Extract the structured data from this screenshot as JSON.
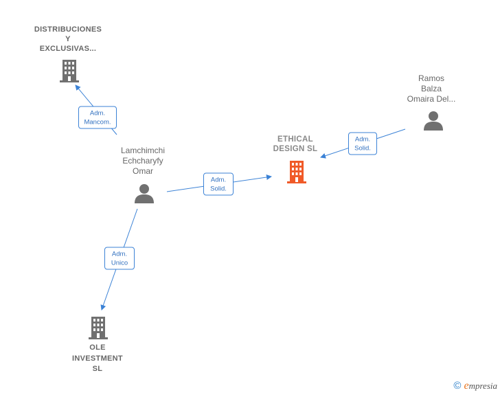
{
  "nodes": {
    "distribuciones": {
      "lines": [
        "DISTRIBUCIONES",
        "Y",
        "EXCLUSIVAS..."
      ],
      "icon": "building-icon"
    },
    "ethical": {
      "lines": [
        "ETHICAL",
        "DESIGN SL"
      ],
      "icon": "building-icon",
      "color": "#f05a28"
    },
    "ramos": {
      "lines": [
        "Ramos",
        "Balza",
        "Omaira Del..."
      ],
      "icon": "person-icon"
    },
    "lamchimchi": {
      "lines": [
        "Lamchimchi",
        "Echcharyfy",
        "Omar"
      ],
      "icon": "person-icon"
    },
    "ole": {
      "lines": [
        "OLE",
        "INVESTMENT",
        "SL"
      ],
      "icon": "building-icon"
    }
  },
  "edges": {
    "lam_to_dist": [
      "Adm.",
      "Mancom."
    ],
    "ramos_to_ethical": [
      "Adm.",
      "Solid."
    ],
    "lam_to_ethical": [
      "Adm.",
      "Solid."
    ],
    "lam_to_ole": [
      "Adm.",
      "Unico"
    ]
  },
  "colors": {
    "edge": "#3b82d6",
    "icon_gray": "#707070",
    "focal": "#f05a28"
  },
  "footer": {
    "copyright": "©",
    "brand_first": "e",
    "brand_rest": "mpresia"
  }
}
